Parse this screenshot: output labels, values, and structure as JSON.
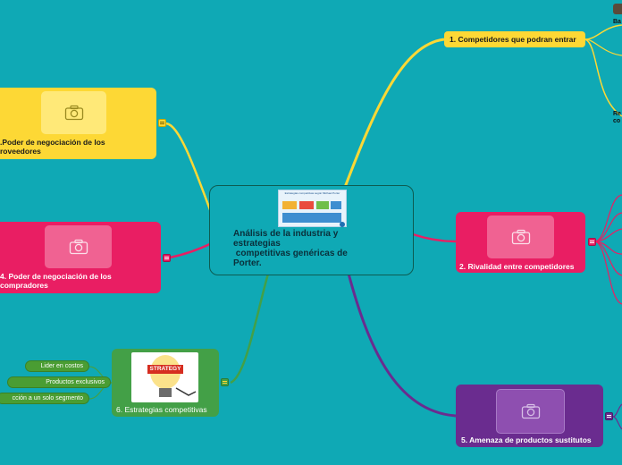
{
  "center": {
    "title_lines": [
      "Análisis de la industria y",
      "estrategias",
      " competitivas genéricas de",
      "Porter."
    ],
    "thumbnail_title": "Estrategias competitivas según Michael Porter"
  },
  "nodes": {
    "competitors": {
      "label": "1. Competidores que podran entrar",
      "color": "#fdd835"
    },
    "suppliers": {
      "label_lines": [
        ".Poder de negociación de los",
        "roveedores"
      ],
      "color": "#fdd835"
    },
    "buyers": {
      "label_lines": [
        "4. Poder de negociación de los",
        "compradores"
      ],
      "color": "#e91e63"
    },
    "rivalry": {
      "label": "2. Rivalidad entre competidores",
      "color": "#e91e63"
    },
    "substitutes": {
      "label": "5. Amenaza de productos sustitutos",
      "color": "#6a2c8f"
    },
    "strategies": {
      "label": "6. Estrategias competitivas",
      "color": "#43a047",
      "image_word": "STRATEGY"
    }
  },
  "strategy_items": [
    "Lider en costos",
    "Productos exclusivos",
    "cción a un solo segmento"
  ],
  "edge_labels": {
    "top_right": "Ba",
    "mid_right_1": "Re",
    "mid_right_2": "co"
  },
  "colors": {
    "background": "#0fa9b5",
    "yellow": "#fdd835",
    "pink": "#e91e63",
    "purple": "#6a2c8f",
    "green": "#43a047"
  }
}
